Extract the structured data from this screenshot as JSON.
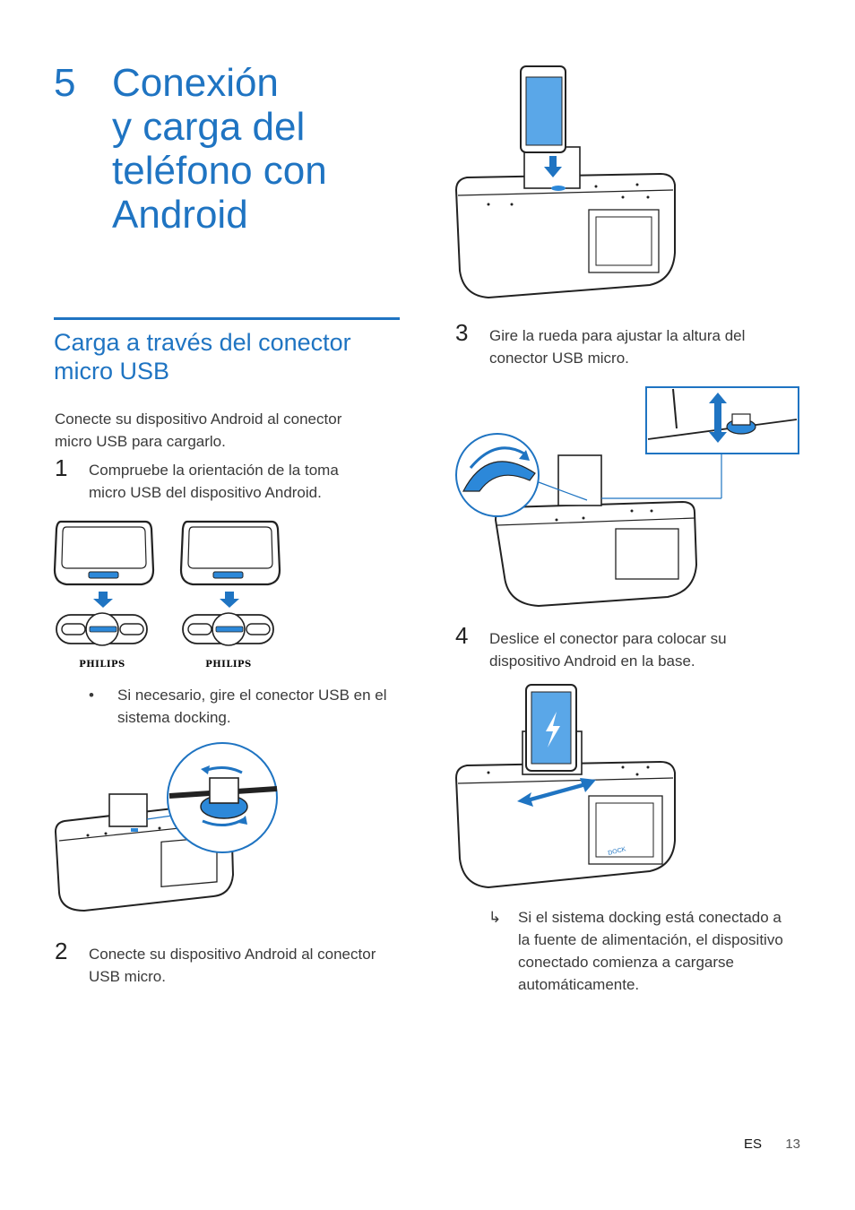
{
  "chapter": {
    "number": "5",
    "title_lines": [
      "Conexión",
      "y carga del",
      "teléfono con",
      "Android"
    ]
  },
  "section": {
    "title_lines": [
      "Carga a través del conector",
      "micro USB"
    ]
  },
  "intro": {
    "lines": [
      "Conecte su dispositivo Android al conector",
      "micro USB para cargarlo."
    ]
  },
  "steps": [
    {
      "number": "1",
      "lines": [
        "Compruebe la orientación de la toma",
        "micro USB del dispositivo Android."
      ]
    },
    {
      "number": "2",
      "lines": [
        "Conecte su dispositivo Android al conector",
        "USB micro."
      ]
    },
    {
      "number": "3",
      "lines": [
        "Gire la rueda para ajustar la altura del",
        "conector USB micro."
      ]
    },
    {
      "number": "4",
      "lines": [
        "Deslice el conector para colocar su",
        "dispositivo Android en la base."
      ]
    }
  ],
  "bullet": {
    "marker": "•",
    "lines": [
      "Si necesario, gire el conector USB en el",
      "sistema docking."
    ]
  },
  "result": {
    "marker": "↳",
    "lines": [
      "Si el sistema docking está conectado a",
      "la fuente de alimentación, el dispositivo",
      "conectado comienza a cargarse",
      "automáticamente."
    ]
  },
  "figures": {
    "brand_left": "PHILIPS",
    "brand_right": "PHILIPS",
    "dock_label": "DOCK"
  },
  "footer": {
    "language": "ES",
    "page": "13"
  },
  "colors": {
    "accent": "#1f74c2",
    "text": "#3a3a3a"
  }
}
